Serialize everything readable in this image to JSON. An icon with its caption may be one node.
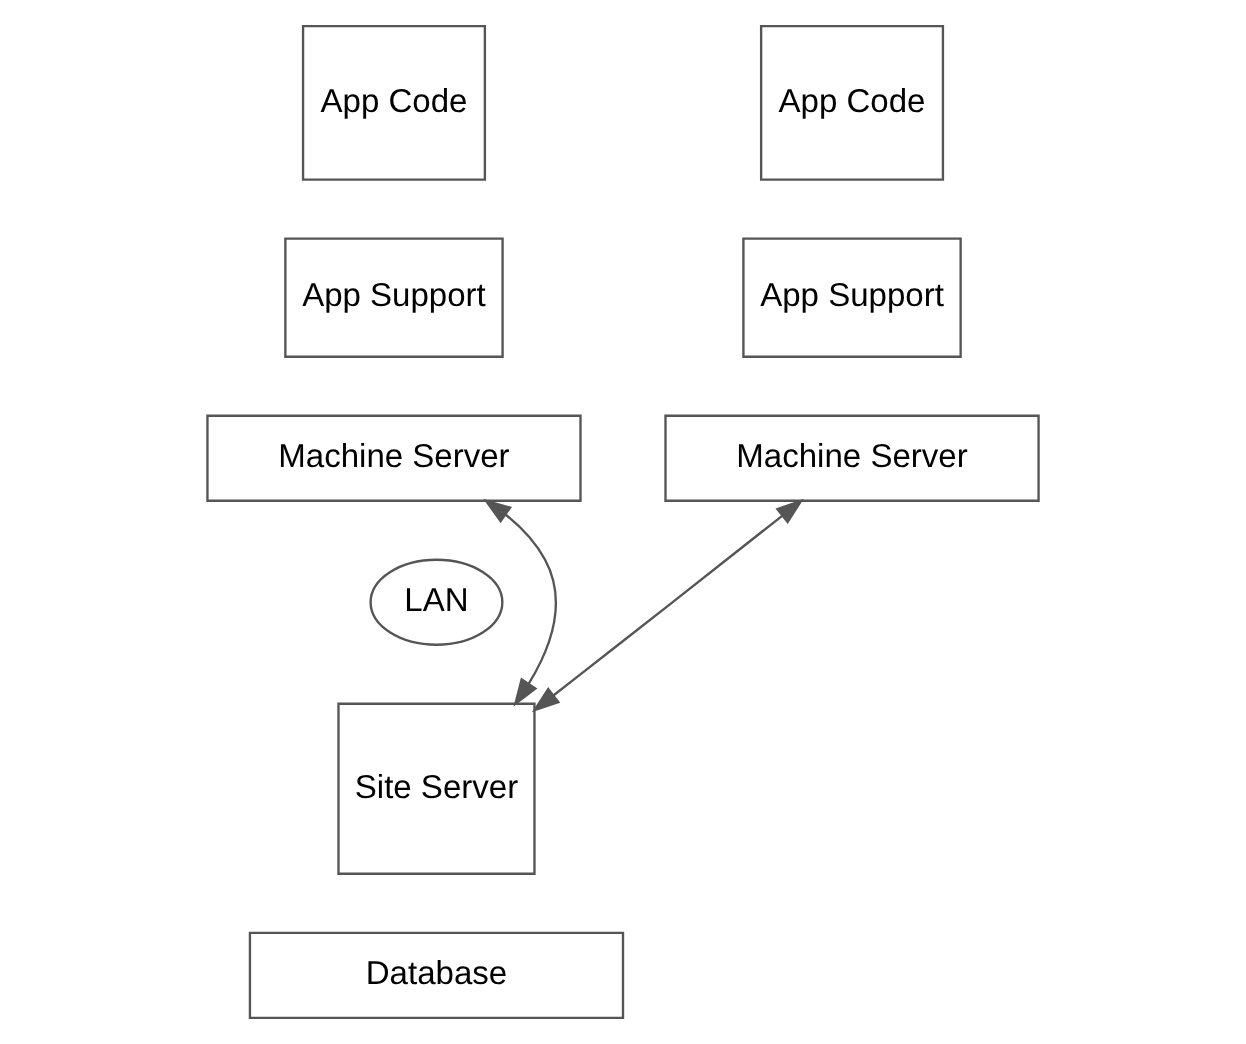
{
  "diagram": {
    "nodes": [
      {
        "text": [
          "App Code"
        ]
      },
      {
        "text": [
          "App Support"
        ]
      },
      {
        "text": [
          "Machine Server"
        ]
      },
      {
        "text": [
          "App Code"
        ]
      },
      {
        "text": [
          "App Support"
        ]
      },
      {
        "text": [
          "Machine Server"
        ]
      },
      {
        "text": [
          "LAN"
        ]
      },
      {
        "text": [
          "Site Server"
        ]
      },
      {
        "text": [
          "Database"
        ]
      }
    ],
    "edges": [
      {
        "from": 2,
        "to": 7,
        "arrow": "both"
      },
      {
        "from": 5,
        "to": 7,
        "arrow": "both"
      }
    ]
  }
}
